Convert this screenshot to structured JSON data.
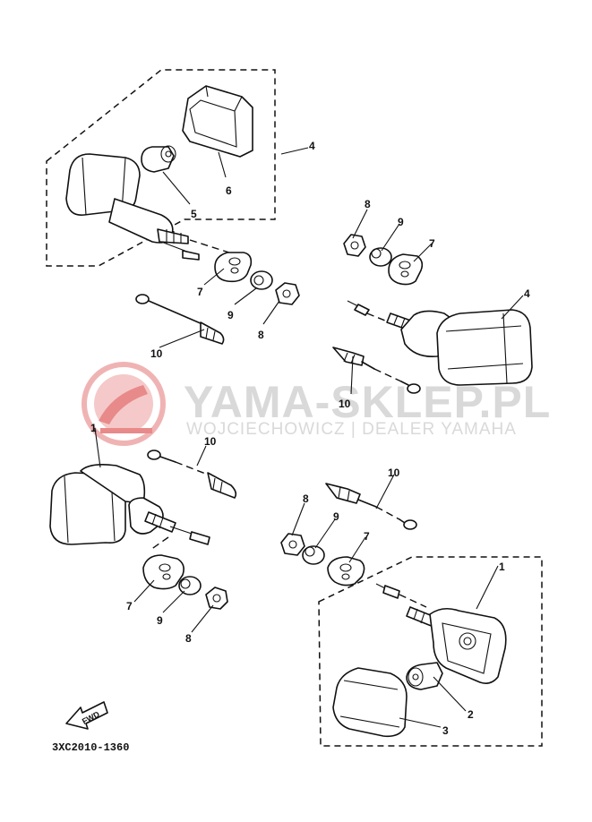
{
  "watermark": {
    "title": "YAMA-SKLEP.PL",
    "subtitle": "WOJCIECHOWICZ | DEALER YAMAHA",
    "logo": "yamaha-shop-logo"
  },
  "diagram_code": "3XC2010-1360",
  "fwd_label": "FWD",
  "callouts": {
    "c1a": "1",
    "c1b": "1",
    "c2": "2",
    "c3": "3",
    "c4a": "4",
    "c4b": "4",
    "c5": "5",
    "c6": "6",
    "c7a": "7",
    "c7b": "7",
    "c7c": "7",
    "c7d": "7",
    "c8a": "8",
    "c8b": "8",
    "c8c": "8",
    "c8d": "8",
    "c9a": "9",
    "c9b": "9",
    "c9c": "9",
    "c9d": "9",
    "c10a": "10",
    "c10b": "10",
    "c10c": "10",
    "c10d": "10"
  },
  "colors": {
    "line": "#111111",
    "watermark": "#d9d9d9",
    "logo_red": "#e88a8a"
  }
}
